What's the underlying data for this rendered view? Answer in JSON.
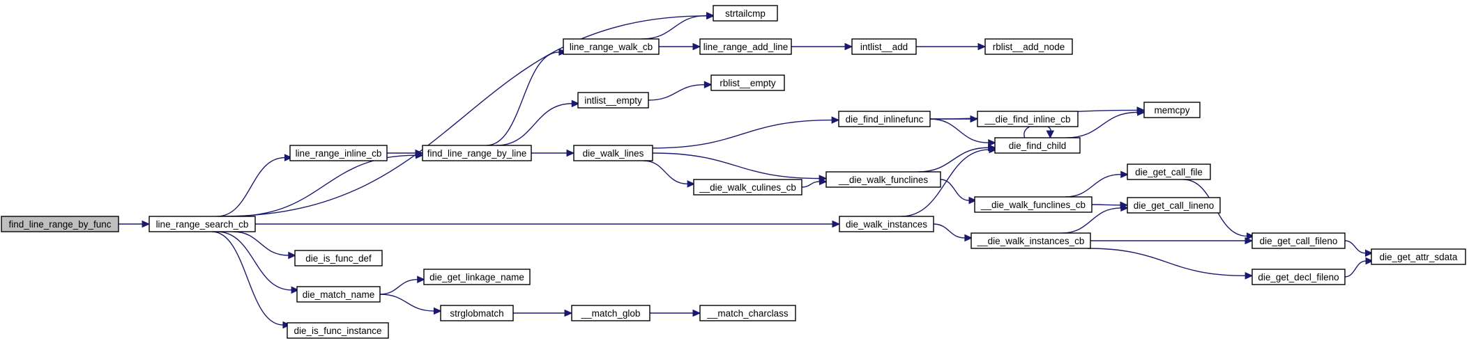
{
  "diagram": {
    "type": "call-graph",
    "colors": {
      "edge": "#191970",
      "root_fill": "#bfbfbf",
      "node_fill": "#ffffff",
      "node_border": "#000000"
    },
    "nodes": {
      "find_line_range_by_func": "find_line_range_by_func",
      "line_range_search_cb": "line_range_search_cb",
      "line_range_inline_cb": "line_range_inline_cb",
      "find_line_range_by_line": "find_line_range_by_line",
      "line_range_walk_cb": "line_range_walk_cb",
      "strtailcmp": "strtailcmp",
      "line_range_add_line": "line_range_add_line",
      "intlist__add": "intlist__add",
      "rblist__add_node": "rblist__add_node",
      "intlist__empty": "intlist__empty",
      "rblist__empty": "rblist__empty",
      "die_walk_lines": "die_walk_lines",
      "die_find_inlinefunc": "die_find_inlinefunc",
      "memcpy": "memcpy",
      "__die_find_inline_cb": "__die_find_inline_cb",
      "die_find_child": "die_find_child",
      "__die_walk_funclines": "__die_walk_funclines",
      "__die_walk_culines_cb": "__die_walk_culines_cb",
      "__die_walk_funclines_cb": "__die_walk_funclines_cb",
      "die_get_call_file": "die_get_call_file",
      "die_get_call_lineno": "die_get_call_lineno",
      "die_walk_instances": "die_walk_instances",
      "__die_walk_instances_cb": "__die_walk_instances_cb",
      "die_get_call_fileno": "die_get_call_fileno",
      "die_get_attr_sdata": "die_get_attr_sdata",
      "die_get_decl_fileno": "die_get_decl_fileno",
      "die_is_func_def": "die_is_func_def",
      "die_match_name": "die_match_name",
      "die_get_linkage_name": "die_get_linkage_name",
      "strglobmatch": "strglobmatch",
      "__match_glob": "__match_glob",
      "__match_charclass": "__match_charclass",
      "die_is_func_instance": "die_is_func_instance"
    },
    "edges": [
      [
        "find_line_range_by_func",
        "line_range_search_cb"
      ],
      [
        "line_range_search_cb",
        "strtailcmp"
      ],
      [
        "line_range_search_cb",
        "line_range_inline_cb"
      ],
      [
        "line_range_search_cb",
        "find_line_range_by_line"
      ],
      [
        "line_range_search_cb",
        "die_walk_instances"
      ],
      [
        "line_range_search_cb",
        "die_is_func_def"
      ],
      [
        "line_range_search_cb",
        "die_match_name"
      ],
      [
        "line_range_search_cb",
        "die_is_func_instance"
      ],
      [
        "line_range_inline_cb",
        "find_line_range_by_line"
      ],
      [
        "find_line_range_by_line",
        "line_range_walk_cb"
      ],
      [
        "find_line_range_by_line",
        "intlist__empty"
      ],
      [
        "find_line_range_by_line",
        "die_walk_lines"
      ],
      [
        "line_range_walk_cb",
        "strtailcmp"
      ],
      [
        "line_range_walk_cb",
        "line_range_add_line"
      ],
      [
        "line_range_add_line",
        "intlist__add"
      ],
      [
        "intlist__add",
        "rblist__add_node"
      ],
      [
        "intlist__empty",
        "rblist__empty"
      ],
      [
        "die_walk_lines",
        "die_find_inlinefunc"
      ],
      [
        "die_walk_lines",
        "__die_walk_funclines"
      ],
      [
        "die_walk_lines",
        "__die_walk_culines_cb"
      ],
      [
        "__die_walk_culines_cb",
        "__die_walk_funclines"
      ],
      [
        "die_find_inlinefunc",
        "memcpy"
      ],
      [
        "die_find_inlinefunc",
        "__die_find_inline_cb"
      ],
      [
        "die_find_inlinefunc",
        "die_find_child"
      ],
      [
        "die_find_child",
        "die_find_child"
      ],
      [
        "die_find_child",
        "memcpy"
      ],
      [
        "__die_walk_funclines",
        "die_find_child"
      ],
      [
        "__die_walk_funclines",
        "__die_walk_funclines_cb"
      ],
      [
        "__die_walk_funclines_cb",
        "die_get_call_file"
      ],
      [
        "__die_walk_funclines_cb",
        "die_get_call_lineno"
      ],
      [
        "die_walk_instances",
        "die_find_child"
      ],
      [
        "die_walk_instances",
        "__die_walk_instances_cb"
      ],
      [
        "__die_walk_instances_cb",
        "die_get_call_lineno"
      ],
      [
        "__die_walk_instances_cb",
        "die_get_call_fileno"
      ],
      [
        "__die_walk_instances_cb",
        "die_get_decl_fileno"
      ],
      [
        "die_get_call_file",
        "die_get_call_fileno"
      ],
      [
        "die_get_call_fileno",
        "die_get_attr_sdata"
      ],
      [
        "die_get_decl_fileno",
        "die_get_attr_sdata"
      ],
      [
        "die_match_name",
        "die_get_linkage_name"
      ],
      [
        "die_match_name",
        "strglobmatch"
      ],
      [
        "strglobmatch",
        "__match_glob"
      ],
      [
        "__match_glob",
        "__match_charclass"
      ]
    ]
  }
}
